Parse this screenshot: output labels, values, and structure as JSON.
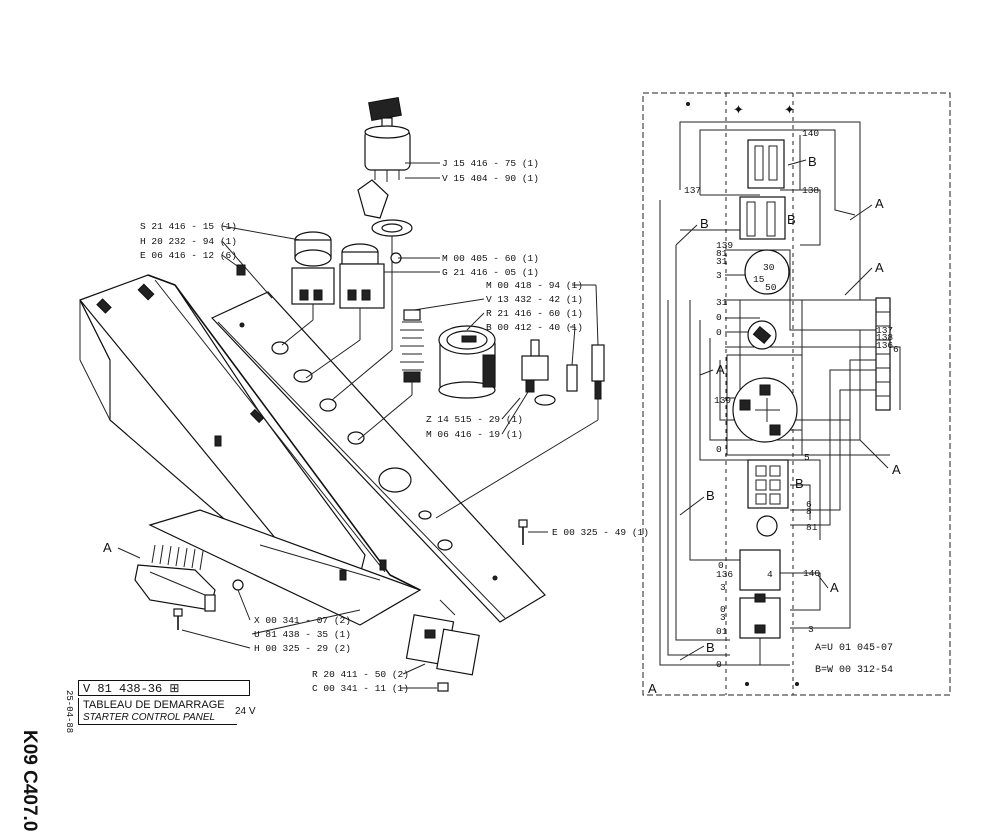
{
  "document": {
    "code": "K09 C407.0",
    "reference": "V 81 438-36",
    "date": "25-04-88",
    "title_fr": "TABLEAU DE DEMARRAGE",
    "title_en": "STARTER CONTROL PANEL",
    "voltage": "24 V"
  },
  "parts_left": [
    {
      "label": "J 15 416 - 75 (1)"
    },
    {
      "label": "V 15 404 - 90 (1)"
    },
    {
      "label": "S 21 416 - 15 (1)"
    },
    {
      "label": "H 20 232 - 94 (1)"
    },
    {
      "label": "E 06 416 - 12 (6)"
    },
    {
      "label": "M 00 405 - 60 (1)"
    },
    {
      "label": "G 21 416 - 05 (1)"
    },
    {
      "label": "M 00 418 - 94 (1)"
    },
    {
      "label": "V 13 432 - 42 (1)"
    },
    {
      "label": "R 21 416 - 60 (1)"
    },
    {
      "label": "B 00 412 - 40 (1)"
    },
    {
      "label": "Z 14 515 - 29 (1)"
    },
    {
      "label": "M 06 416 - 19 (1)"
    },
    {
      "label": "E 00 325 - 49 (1)"
    },
    {
      "label": "X 00 341 - 07 (2)"
    },
    {
      "label": "U 81 438 - 35 (1)"
    },
    {
      "label": "H 00 325 - 29 (2)"
    },
    {
      "label": "R 20 411 - 50 (2)"
    },
    {
      "label": "C 00 341 - 11 (1)"
    }
  ],
  "callouts": {
    "a_left": "A",
    "a_panel": "A",
    "b": "B"
  },
  "wiring": {
    "wire_numbers": [
      "140",
      "138",
      "137",
      "139",
      "81",
      "31",
      "3",
      "0",
      "31",
      "0",
      "0",
      "5",
      "6",
      "8",
      "81",
      "0",
      "136",
      "3",
      "3",
      "0",
      "01",
      "0",
      "140",
      "4",
      "3",
      "139",
      "30",
      "15",
      "50",
      "138",
      "137",
      "136",
      "6"
    ],
    "legend_a": "A=U 01 045-07",
    "legend_b": "B=W 00 312-54"
  }
}
